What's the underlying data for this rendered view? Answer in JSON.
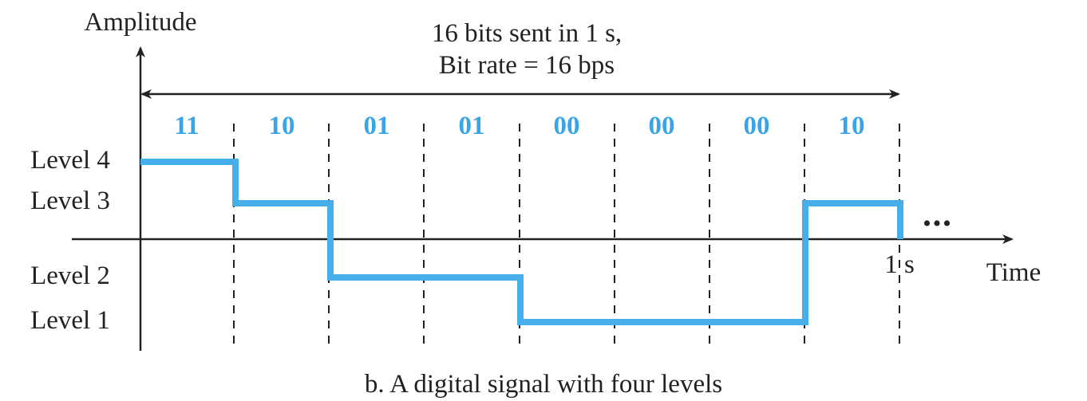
{
  "axis": {
    "y_label": "Amplitude",
    "x_label": "Time",
    "end_tick_label": "1 s"
  },
  "header": {
    "line1": "16 bits sent in 1 s,",
    "line2": "Bit rate = 16 bps"
  },
  "levels": [
    "Level 4",
    "Level 3",
    "Level 2",
    "Level 1"
  ],
  "bit_groups": [
    "11",
    "10",
    "01",
    "01",
    "00",
    "00",
    "00",
    "10"
  ],
  "signal_levels": [
    4,
    3,
    2,
    2,
    1,
    1,
    1,
    3
  ],
  "continuation": "•••",
  "caption": "b. A digital signal with four levels",
  "colors": {
    "signal": "#46aee9",
    "bits": "#3aa5e6",
    "ink": "#222222"
  }
}
